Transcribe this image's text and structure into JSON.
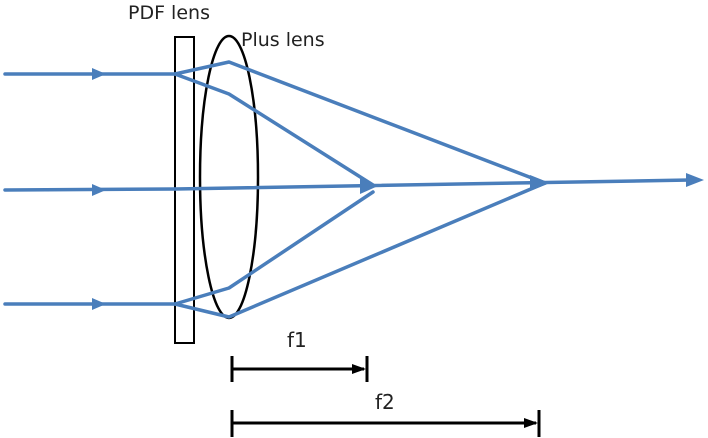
{
  "labels": {
    "pdf_lens": "PDF lens",
    "plus_lens": "Plus lens",
    "f1": "f1",
    "f2": "f2"
  },
  "colors": {
    "ray": "#4a7ebb",
    "outline": "#000000",
    "text": "#222222",
    "background": "#ffffff"
  }
}
